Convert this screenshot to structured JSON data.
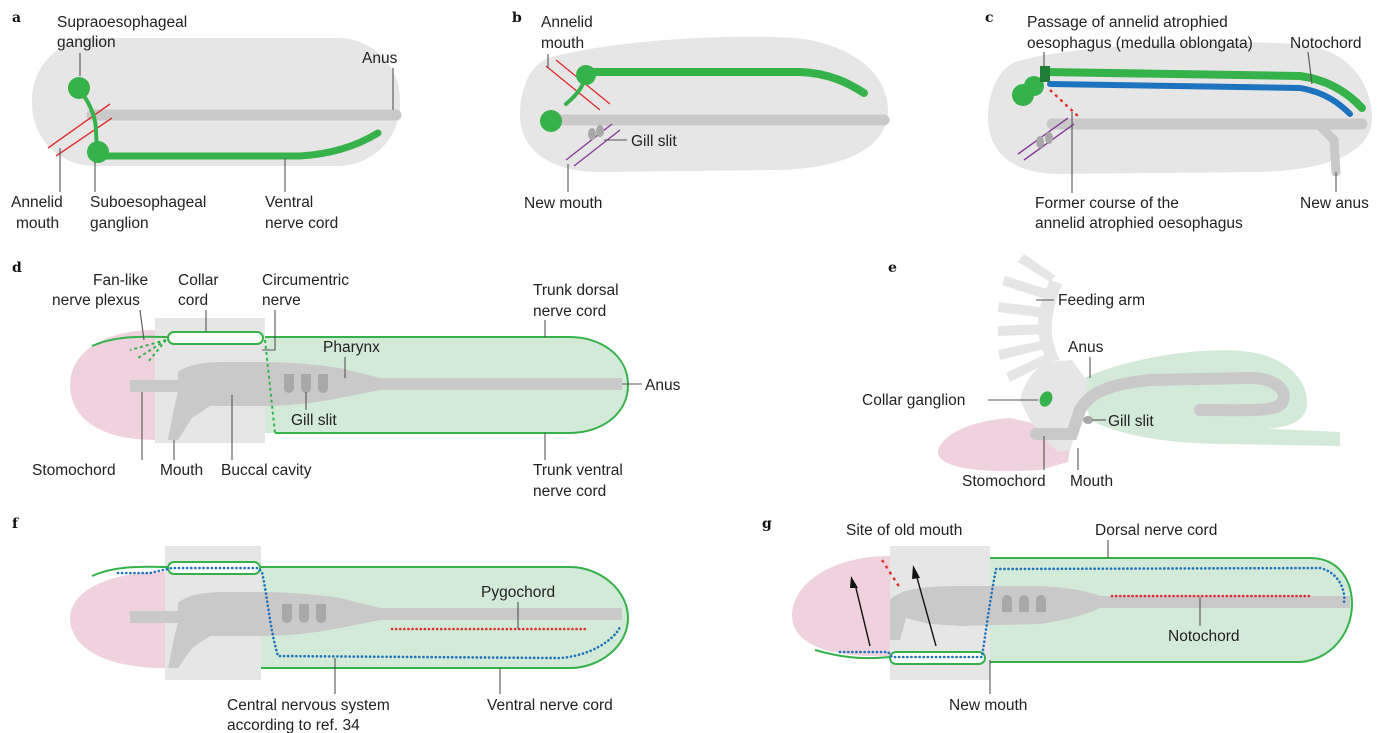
{
  "colors": {
    "green": "#36b24a",
    "blue": "#1e73be",
    "red": "#e03030",
    "purple": "#8a3d9c",
    "body": "#e6e6e6",
    "gut": "#c9c9c9",
    "pink": "#efd2dd",
    "lightgreen": "#d3ead9"
  },
  "panels": {
    "a": {
      "letter": "a",
      "supra": [
        "Supraoesophageal",
        "ganglion"
      ],
      "anus": "Anus",
      "mouth": [
        "Annelid",
        "mouth"
      ],
      "sub": [
        "Suboesophageal",
        "ganglion"
      ],
      "ventral": [
        "Ventral",
        "nerve cord"
      ]
    },
    "b": {
      "letter": "b",
      "mouth": [
        "Annelid",
        "mouth"
      ],
      "gill": "Gill slit",
      "newmouth": "New mouth"
    },
    "c": {
      "letter": "c",
      "passage": [
        "Passage of annelid atrophied",
        "oesophagus (medulla oblongata)"
      ],
      "notochord": "Notochord",
      "former": [
        "Former course of the",
        "annelid atrophied oesophagus"
      ],
      "newanus": "New anus"
    },
    "d": {
      "letter": "d",
      "fanlike": [
        "Fan-like",
        "nerve plexus"
      ],
      "collar": [
        "Collar",
        "cord"
      ],
      "circ": [
        "Circumentric",
        "nerve"
      ],
      "trunkdorsal": [
        "Trunk dorsal",
        "nerve cord"
      ],
      "pharynx": "Pharynx",
      "anus": "Anus",
      "gill": "Gill slit",
      "stomochord": "Stomochord",
      "mouth": "Mouth",
      "buccal": "Buccal cavity",
      "trunkventral": [
        "Trunk ventral",
        "nerve cord"
      ]
    },
    "e": {
      "letter": "e",
      "feeding": "Feeding arm",
      "anus": "Anus",
      "collar": "Collar ganglion",
      "gill": "Gill slit",
      "stomochord": "Stomochord",
      "mouth": "Mouth"
    },
    "f": {
      "letter": "f",
      "pygochord": "Pygochord",
      "cns": [
        "Central nervous system",
        "according to ref. 34"
      ],
      "ventral": "Ventral nerve cord"
    },
    "g": {
      "letter": "g",
      "oldmouth": "Site of old mouth",
      "dorsal": "Dorsal nerve cord",
      "notochord": "Notochord",
      "newmouth": "New mouth"
    }
  }
}
